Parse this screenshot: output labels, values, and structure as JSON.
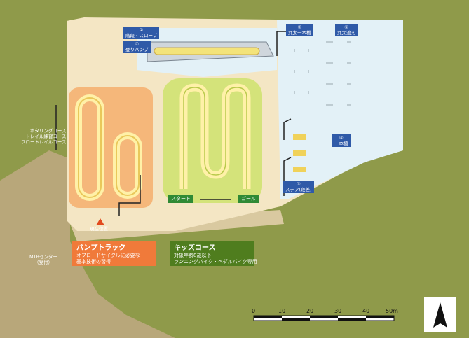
{
  "labels": {
    "kaidan": "階段・スロープ",
    "noboribump_num": "①",
    "noboribump": "登りバンプ",
    "kaidan_num": "②",
    "marutaippon_num": "⑥",
    "marutaippon": "丸太一本橋",
    "marutawatari_num": "⑤",
    "marutawatari": "丸太渡え",
    "ippon_num": "④",
    "ippon": "一本橋",
    "step_num": "③",
    "step": "ステア(段差)",
    "start": "スタート",
    "goal": "ゴール",
    "current": "現在位置",
    "courses": "ボタリングコース\nトレイル練習コース\nフロートレイルコース",
    "mtb": "MTBセンター\n（受付）"
  },
  "legend": {
    "pump_title": "パンプトラック",
    "pump_desc": "オフロードサイクルに必要な\n基本技術の習得",
    "kids_title": "キッズコース",
    "kids_desc": "対象年齢8歳以下\nランニングバイク・ペダルバイク専用"
  },
  "scale": {
    "ticks": [
      "0",
      "10",
      "20",
      "30",
      "40",
      "50m"
    ]
  },
  "colors": {
    "grass": "#8f9a4a",
    "field": "#f4e6c4",
    "pump": "#f5b77a",
    "kids": "#d4e37a",
    "skill": "#e3f1f7",
    "pump_legend": "#f07a3a",
    "kids_legend": "#4f7d1e",
    "tag": "#2f5aa8"
  },
  "north_icon": "north-arrow-icon"
}
